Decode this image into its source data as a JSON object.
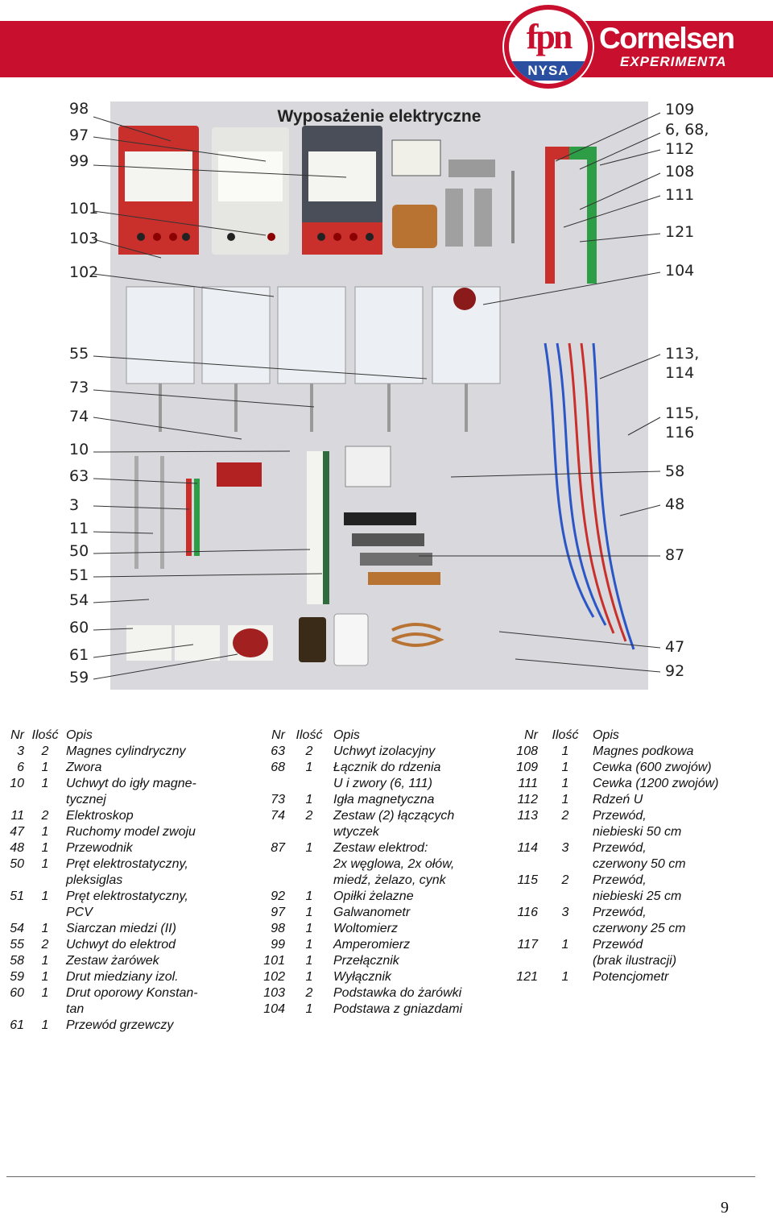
{
  "header": {
    "logo_mark": "fpn",
    "logo_city": "NYSA",
    "brand_name": "Cornelsen",
    "brand_sub": "EXPERIMENTA"
  },
  "photo": {
    "title": "Wyposażenie elektryczne",
    "left_callouts": [
      "98",
      "97",
      "99",
      "101",
      "103",
      "102",
      "55",
      "73",
      "74",
      "10",
      "63",
      "3",
      "11",
      "50",
      "51",
      "54",
      "60",
      "61",
      "59"
    ],
    "right_callouts": [
      "109",
      "6, 68,",
      "112",
      "108",
      "111",
      "121",
      "104",
      "113,",
      "114",
      "115,",
      "116",
      "58",
      "48",
      "87",
      "47",
      "92"
    ]
  },
  "legend": {
    "headers": {
      "nr": "Nr",
      "qty": "Ilość",
      "desc": "Opis"
    },
    "columns": [
      [
        {
          "nr": "3",
          "qty": "2",
          "desc": [
            "Magnes cylindryczny"
          ]
        },
        {
          "nr": "6",
          "qty": "1",
          "desc": [
            "Zwora"
          ]
        },
        {
          "nr": "10",
          "qty": "1",
          "desc": [
            "Uchwyt do igły magne-",
            "tycznej"
          ]
        },
        {
          "nr": "11",
          "qty": "2",
          "desc": [
            "Elektroskop"
          ]
        },
        {
          "nr": "47",
          "qty": "1",
          "desc": [
            "Ruchomy model zwoju"
          ]
        },
        {
          "nr": "48",
          "qty": "1",
          "desc": [
            "Przewodnik"
          ]
        },
        {
          "nr": "50",
          "qty": "1",
          "desc": [
            "Pręt elektrostatyczny,",
            "pleksiglas"
          ]
        },
        {
          "nr": "51",
          "qty": "1",
          "desc": [
            "Pręt elektrostatyczny,",
            "PCV"
          ]
        },
        {
          "nr": "54",
          "qty": "1",
          "desc": [
            "Siarczan miedzi (II)"
          ]
        },
        {
          "nr": "55",
          "qty": "2",
          "desc": [
            "Uchwyt do elektrod"
          ]
        },
        {
          "nr": "58",
          "qty": "1",
          "desc": [
            "Zestaw żarówek"
          ]
        },
        {
          "nr": "59",
          "qty": "1",
          "desc": [
            "Drut miedziany izol."
          ]
        },
        {
          "nr": "60",
          "qty": "1",
          "desc": [
            "Drut oporowy Konstan-",
            "tan"
          ]
        },
        {
          "nr": "61",
          "qty": "1",
          "desc": [
            "Przewód grzewczy"
          ]
        }
      ],
      [
        {
          "nr": "63",
          "qty": "2",
          "desc": [
            "Uchwyt izolacyjny"
          ]
        },
        {
          "nr": "68",
          "qty": "1",
          "desc": [
            "Łącznik do rdzenia",
            "U i zwory (6, 111)"
          ]
        },
        {
          "nr": "73",
          "qty": "1",
          "desc": [
            "Igła magnetyczna"
          ]
        },
        {
          "nr": "74",
          "qty": "2",
          "desc": [
            "Zestaw (2) łączących",
            "wtyczek"
          ]
        },
        {
          "nr": "87",
          "qty": "1",
          "desc": [
            "Zestaw elektrod:",
            "2x węglowa, 2x ołów,",
            "miedź, żelazo, cynk"
          ]
        },
        {
          "nr": "92",
          "qty": "1",
          "desc": [
            "Opiłki żelazne"
          ]
        },
        {
          "nr": "97",
          "qty": "1",
          "desc": [
            "Galwanometr"
          ]
        },
        {
          "nr": "98",
          "qty": "1",
          "desc": [
            "Woltomierz"
          ]
        },
        {
          "nr": "99",
          "qty": "1",
          "desc": [
            "Amperomierz"
          ]
        },
        {
          "nr": "101",
          "qty": "1",
          "desc": [
            "Przełącznik"
          ]
        },
        {
          "nr": "102",
          "qty": "1",
          "desc": [
            "Wyłącznik"
          ]
        },
        {
          "nr": "103",
          "qty": "2",
          "desc": [
            "Podstawka do żarówki"
          ]
        },
        {
          "nr": "104",
          "qty": "1",
          "desc": [
            "Podstawa z gniazdami"
          ]
        }
      ],
      [
        {
          "nr": "108",
          "qty": "1",
          "desc": [
            "Magnes podkowa"
          ]
        },
        {
          "nr": "109",
          "qty": "1",
          "desc": [
            "Cewka (600 zwojów)"
          ]
        },
        {
          "nr": "111",
          "qty": "1",
          "desc": [
            "Cewka (1200 zwojów)"
          ]
        },
        {
          "nr": "112",
          "qty": "1",
          "desc": [
            "Rdzeń U"
          ]
        },
        {
          "nr": "113",
          "qty": "2",
          "desc": [
            "Przewód,",
            "niebieski 50 cm"
          ]
        },
        {
          "nr": "114",
          "qty": "3",
          "desc": [
            "Przewód,",
            "czerwony 50 cm"
          ]
        },
        {
          "nr": "115",
          "qty": "2",
          "desc": [
            "Przewód,",
            "niebieski 25 cm"
          ]
        },
        {
          "nr": "116",
          "qty": "3",
          "desc": [
            "Przewód,",
            "czerwony 25 cm"
          ]
        },
        {
          "nr": "117",
          "qty": "1",
          "desc": [
            "Przewód",
            "(brak ilustracji)"
          ]
        },
        {
          "nr": "121",
          "qty": "1",
          "desc": [
            "Potencjometr"
          ]
        }
      ]
    ]
  },
  "footer": {
    "page_number": "9"
  },
  "colors": {
    "brand_red": "#c8102e",
    "brand_blue": "#2a4fa0",
    "board": "#d9d8dc"
  }
}
